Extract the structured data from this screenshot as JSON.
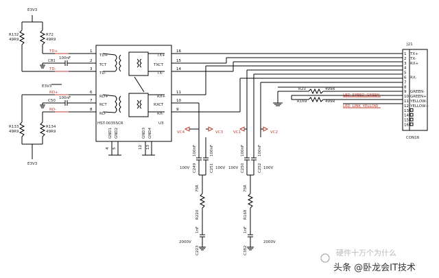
{
  "power": {
    "e3v3_top": "E3V3",
    "e3v3_mid": "E3V3",
    "e3v3_bot": "E3V3"
  },
  "resistors_left": {
    "r132_ref": "R132",
    "r132_val": "49R9",
    "r72_ref": "R72",
    "r72_val": "49R9",
    "r133_ref": "R133",
    "r133_val": "49R9",
    "r134_ref": "R134",
    "r134_val": "49R9"
  },
  "caps_left": {
    "c81_ref": "C81",
    "c81_val": "100nF",
    "c50_ref": "C50",
    "c50_val": "100nF"
  },
  "nets_left": {
    "td_plus": "TD+",
    "td_minus": "TD-",
    "rd_plus": "RD+",
    "rd_minus": "RD-"
  },
  "ic": {
    "ref": "U3",
    "part": "HST-0035SCR",
    "pins_left": [
      "1",
      "2",
      "3",
      "6",
      "7",
      "8"
    ],
    "pins_right": [
      "16",
      "15",
      "14",
      "11",
      "10",
      "9"
    ],
    "inner_left": [
      "TD+",
      "TCT",
      "TD-",
      "RD+",
      "RCT",
      "RD-"
    ],
    "inner_right": [
      "TX+",
      "TXCT",
      "TX-",
      "RX+",
      "RXCT",
      "RX-"
    ],
    "gnd_labels": [
      "GND1",
      "GND2",
      "GND3",
      "GND4"
    ],
    "bottom_pins": [
      "4",
      "5",
      "12",
      "13"
    ]
  },
  "connector": {
    "ref": "J21",
    "part": "CON16",
    "pins": [
      "1",
      "2",
      "3",
      "4",
      "5",
      "6",
      "7",
      "8",
      "9",
      "10",
      "11",
      "12",
      "13",
      "14",
      "15",
      "16"
    ],
    "signals": [
      "TX+",
      "TX-",
      "RX+",
      "",
      "",
      "RX-",
      "",
      "",
      "GREEN-",
      "GREEN+",
      "YELLOW-",
      "YELLOW+"
    ]
  },
  "led_section": {
    "r23_ref": "R23",
    "r23_val": "499R",
    "r169_ref": "R169",
    "r169_val": "499R",
    "led_green": "LED_SPEED_GREEN",
    "led_yellow": "LED_LINK_YELLOW"
  },
  "vc_labels": {
    "vc4": "VC4",
    "vc3": "VC3",
    "vc1": "VC1",
    "vc2": "VC2"
  },
  "caps_mid": {
    "c1_ref": "C249",
    "c1_val": "100nF",
    "c1_v": "100V",
    "c2_ref": "C251",
    "c2_val": "100nF",
    "c2_v": "100V",
    "c3_ref": "C250",
    "c3_val": "100nF",
    "c3_v": "100V",
    "c4_ref": "C252",
    "c4_val": "100nF",
    "c4_v": "100V"
  },
  "termination": {
    "r_a_ref": "R220",
    "r_a_val": "75R",
    "r_b_ref": "R168",
    "r_b_val": "75R",
    "c_a_ref": "C223",
    "c_a_val": "1nF",
    "c_a_v": "2000V",
    "c_b_ref": "C382",
    "c_b_val": "1nF",
    "c_b_v": "2000V"
  },
  "watermark": {
    "faded": "硬件十万个为什么",
    "main": "头条 @卧龙会IT技术"
  },
  "colors": {
    "wire": "#000000",
    "net_label": "#c0392b",
    "background": "#ffffff"
  }
}
